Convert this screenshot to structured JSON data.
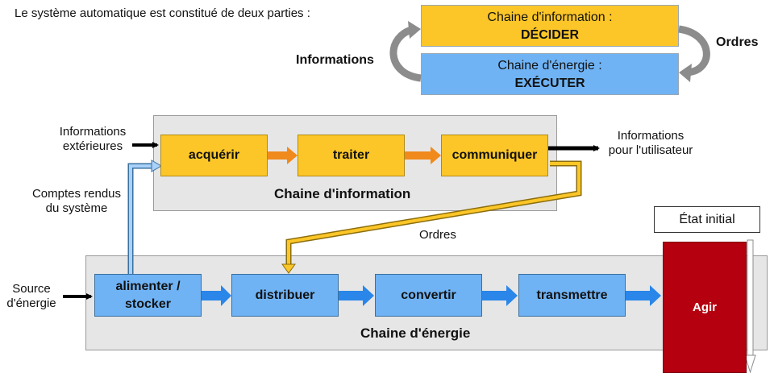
{
  "intro": "Le système automatique est constitué de deux parties :",
  "summary": {
    "info_chain": {
      "label": "Chaine d'information :",
      "action": "DÉCIDER"
    },
    "energy_chain": {
      "label": "Chaine d'énergie :",
      "action": "EXÉCUTER"
    },
    "left_loop_label": "Informations",
    "right_loop_label": "Ordres"
  },
  "info_chain": {
    "title": "Chaine d'information",
    "blocks": [
      "acquérir",
      "traiter",
      "communiquer"
    ],
    "input_label": "Informations\nextérieures",
    "output_label": "Informations\npour l'utilisateur",
    "feedback_label": "Comptes rendus\ndu système"
  },
  "orders_label": "Ordres",
  "energy_chain": {
    "title": "Chaine d'énergie",
    "blocks": [
      "alimenter /\nstocker",
      "distribuer",
      "convertir",
      "transmettre"
    ],
    "input_label": "Source\nd'énergie"
  },
  "action": {
    "label": "Agir",
    "initial_state": "État initial"
  },
  "colors": {
    "info_yellow": "#fcc628",
    "energy_blue": "#6fb3f5",
    "arrow_orange": "#f08a1c",
    "arrow_blue": "#2a86e8",
    "action_red": "#b5000f",
    "panel_gray": "#e6e6e6"
  }
}
